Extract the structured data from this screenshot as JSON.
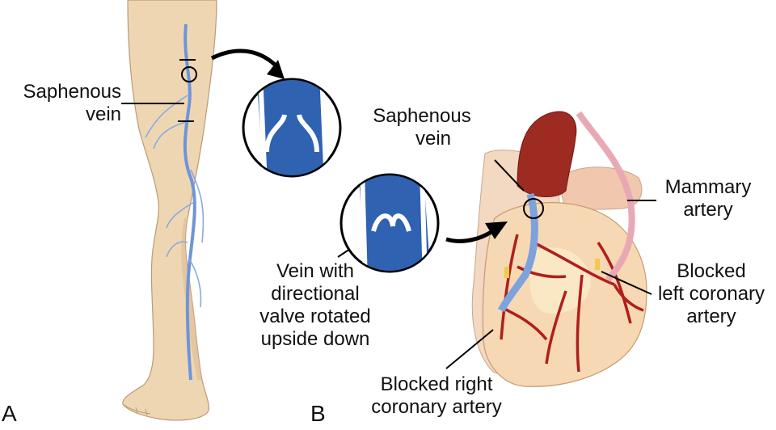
{
  "panels": {
    "a": "A",
    "b": "B"
  },
  "leg": {
    "saphenous_label": [
      "Saphenous",
      "vein"
    ]
  },
  "heart": {
    "saphenous_label": [
      "Saphenous",
      "vein"
    ],
    "mammary_label": [
      "Mammary",
      "artery"
    ],
    "blocked_left_label": [
      "Blocked",
      "left coronary",
      "artery"
    ],
    "blocked_right_label": [
      "Blocked right",
      "coronary artery"
    ],
    "valve_label": [
      "Vein with",
      "directional",
      "valve rotated",
      "upside down"
    ]
  },
  "colors": {
    "skin": "#efd6b3",
    "skin_shadow": "#dcbd96",
    "vein": "#6f95d8",
    "vein_magnified": "#2f62b0",
    "aorta": "#9e2b22",
    "coronary": "#b01e1e",
    "mammary": "#e9a9b4",
    "arrow": "#000000"
  }
}
